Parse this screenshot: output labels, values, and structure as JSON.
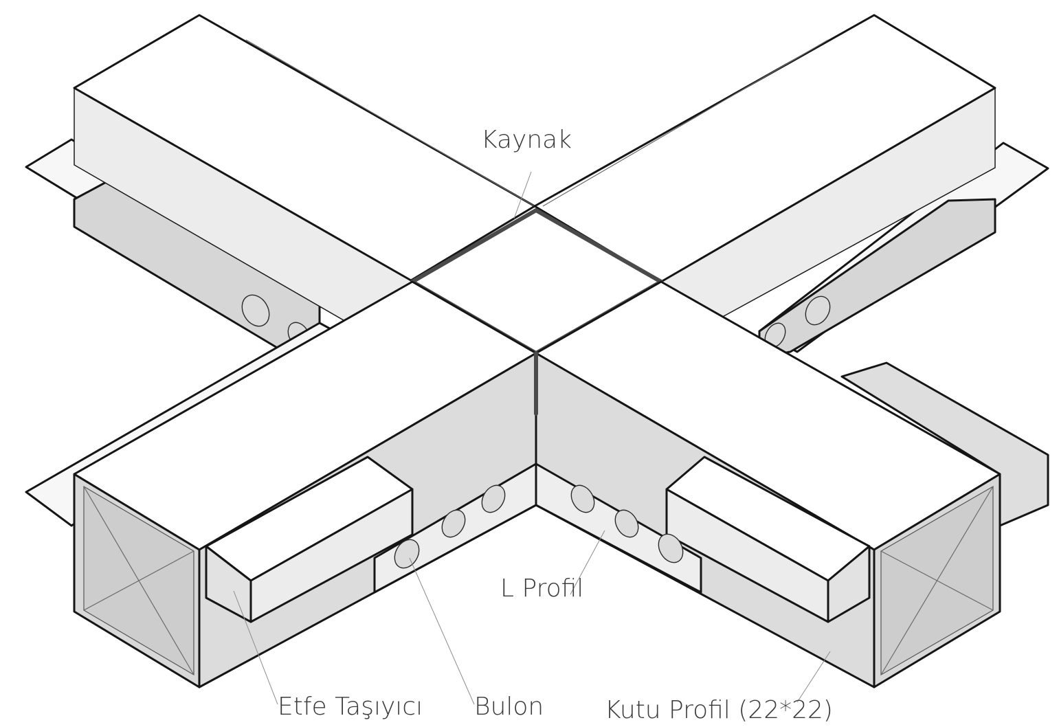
{
  "labels": {
    "kaynak": "Kaynak",
    "l_profil": "L Profil",
    "etfe_tasiyici": "Etfe Taşıyıcı",
    "bulon": "Bulon",
    "kutu_profil": "Kutu Profil (22*22)"
  },
  "colors": {
    "top_face": "#ffffff",
    "side_light": "#ececec",
    "side_mid": "#dedede",
    "side_dark": "#cfcfcf",
    "outline": "#151515",
    "weld": "#4a4a4a",
    "label_text": "#3a3a3a"
  }
}
